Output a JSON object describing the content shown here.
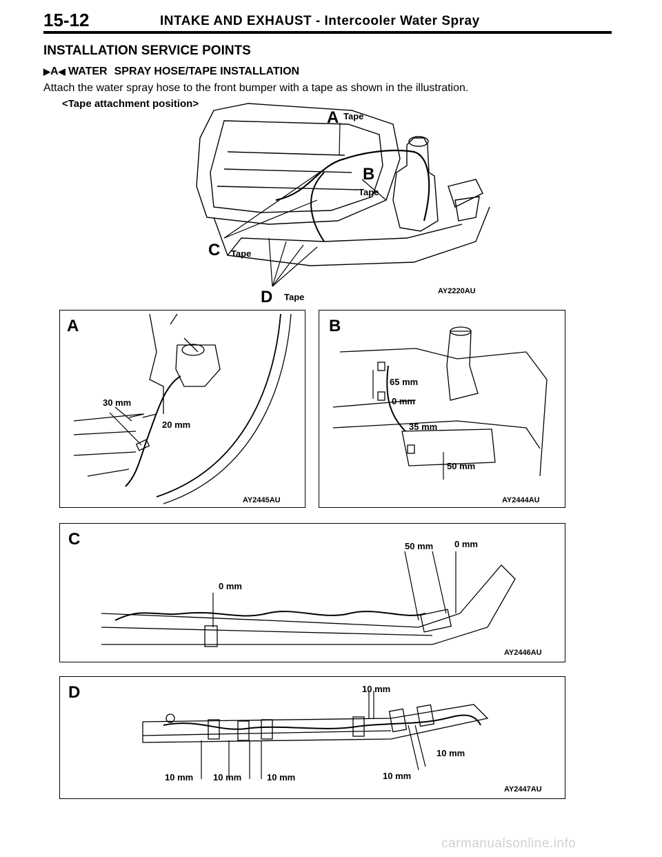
{
  "header": {
    "page_number": "15-12",
    "title": "INTAKE AND EXHAUST",
    "separator": "-",
    "subtitle": "Intercooler Water Spray"
  },
  "section": {
    "title": "INSTALLATION SERVICE POINTS",
    "subsection_marker": "A",
    "subsection_title_1": "WATER",
    "subsection_title_2": "SPRAY HOSE/TAPE INSTALLATION",
    "body": "Attach the water spray hose to the front bumper with a tape as shown in the illustration.",
    "caption": "<Tape attachment position>"
  },
  "overview": {
    "callouts": [
      {
        "letter": "A",
        "label": "Tape"
      },
      {
        "letter": "B",
        "label": "Tape"
      },
      {
        "letter": "C",
        "label": "Tape"
      },
      {
        "letter": "D",
        "label": "Tape"
      }
    ],
    "figure_id": "AY2220AU"
  },
  "detail_a": {
    "letter": "A",
    "dim_1": "30 mm",
    "dim_2": "20 mm",
    "figure_id": "AY2445AU"
  },
  "detail_b": {
    "letter": "B",
    "dim_1": "65 mm",
    "dim_2": "0 mm",
    "dim_3": "35 mm",
    "dim_4": "50 mm",
    "figure_id": "AY2444AU"
  },
  "detail_c": {
    "letter": "C",
    "dim_1": "0 mm",
    "dim_2": "50 mm",
    "dim_3": "0 mm",
    "figure_id": "AY2446AU"
  },
  "detail_d": {
    "letter": "D",
    "dim_top": "10 mm",
    "dim_right_1": "10 mm",
    "dim_right_2": "10 mm",
    "dim_bottom_1": "10 mm",
    "dim_bottom_2": "10 mm",
    "dim_bottom_3": "10 mm",
    "figure_id": "AY2447AU"
  },
  "watermark": "carmanualsonline.info"
}
